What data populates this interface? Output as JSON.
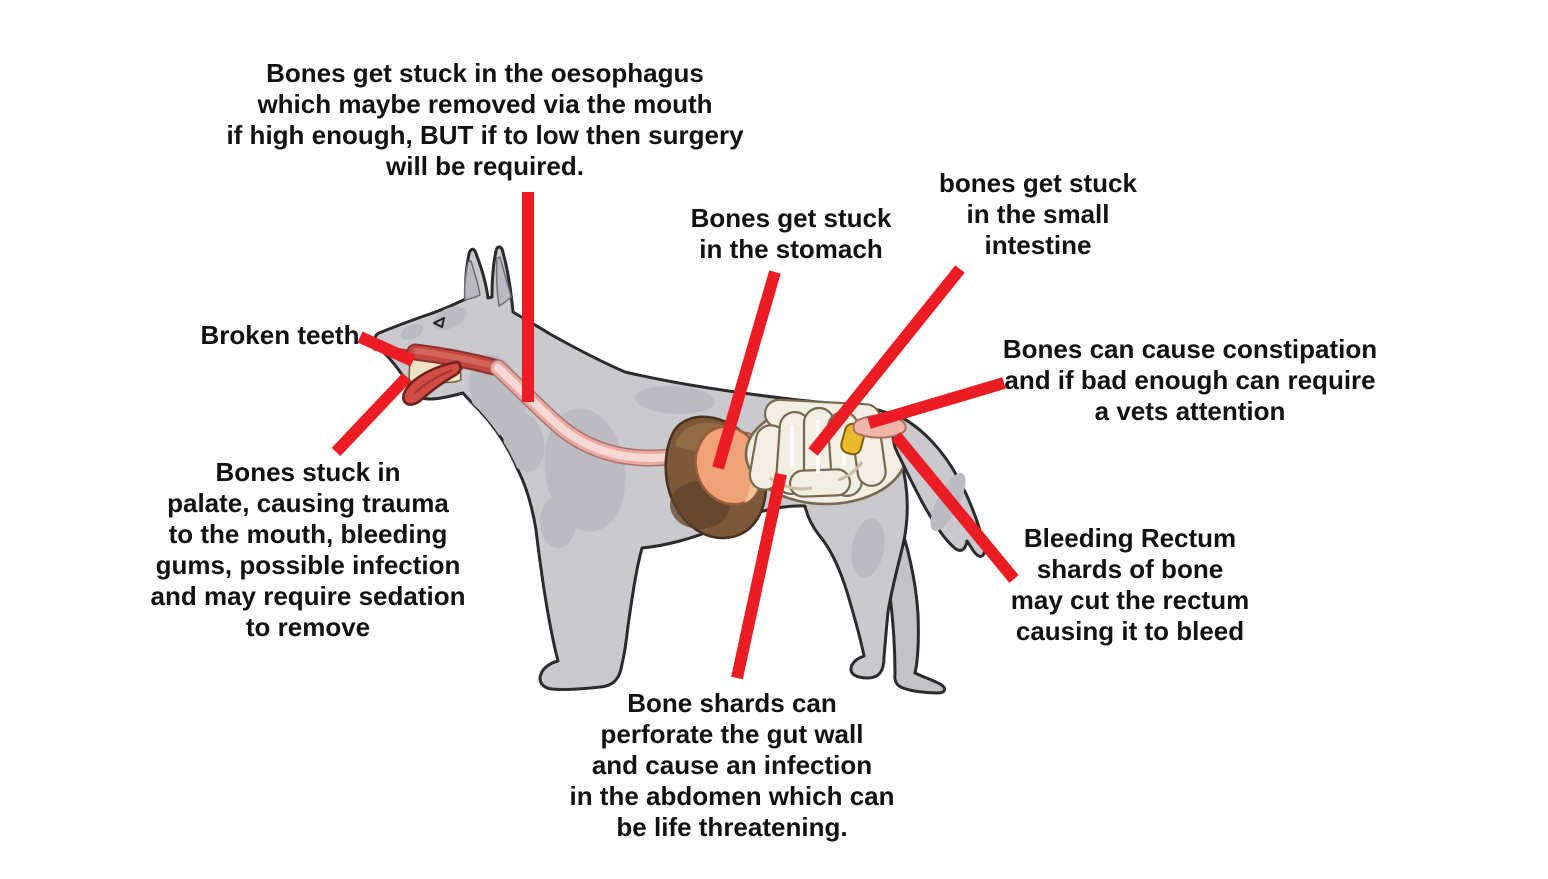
{
  "figure": {
    "subject": "dog-digestive-tract-bone-hazards-diagram",
    "background": "#ffffff"
  },
  "colors": {
    "pointer_red": "#ec1c24",
    "text_black": "#121212",
    "dog_gray": "#cacace",
    "dog_patch_gray": "#bbbbc1",
    "outline_dark": "#2b2b2b",
    "liver_brown": "#7c5738",
    "stomach_orange": "#efa277",
    "duodenum_tan": "#cfa893",
    "intestine_cream": "#f2eee3",
    "bone_yellow": "#eaba2c",
    "rectum_pink": "#f1b6aa",
    "oesophagus_pink": "#f6d8d4",
    "oesophagus_edge": "#eba9a2",
    "mouth_red": "#c24740",
    "tongue_red": "#d14c44",
    "teeth_cream": "#ede3c3"
  },
  "annotations": {
    "oesophagus": {
      "lines": [
        "Bones get stuck in the oesophagus",
        "which maybe removed via the mouth",
        "if high enough, BUT if to low then surgery",
        "will be required."
      ]
    },
    "stomach": {
      "lines": [
        "Bones get stuck",
        "in the stomach"
      ]
    },
    "small_intestine": {
      "lines": [
        "bones get stuck",
        "in the small",
        "intestine"
      ]
    },
    "broken_teeth": {
      "lines": [
        "Broken teeth"
      ]
    },
    "constipation": {
      "lines": [
        "Bones can cause constipation",
        "and if bad enough can require",
        "a vets attention"
      ]
    },
    "palate": {
      "lines": [
        "Bones stuck in",
        "palate, causing trauma",
        "to the mouth, bleeding",
        "gums, possible infection",
        "and may require sedation",
        "to remove"
      ]
    },
    "bleeding_rectum": {
      "lines": [
        "Bleeding Rectum",
        "shards of bone",
        "may cut the rectum",
        "causing it to bleed"
      ]
    },
    "bone_shards": {
      "lines": [
        "Bone shards can",
        "perforate the gut wall",
        "and cause an infection",
        "in the abdomen which can",
        "be life threatening."
      ]
    }
  }
}
